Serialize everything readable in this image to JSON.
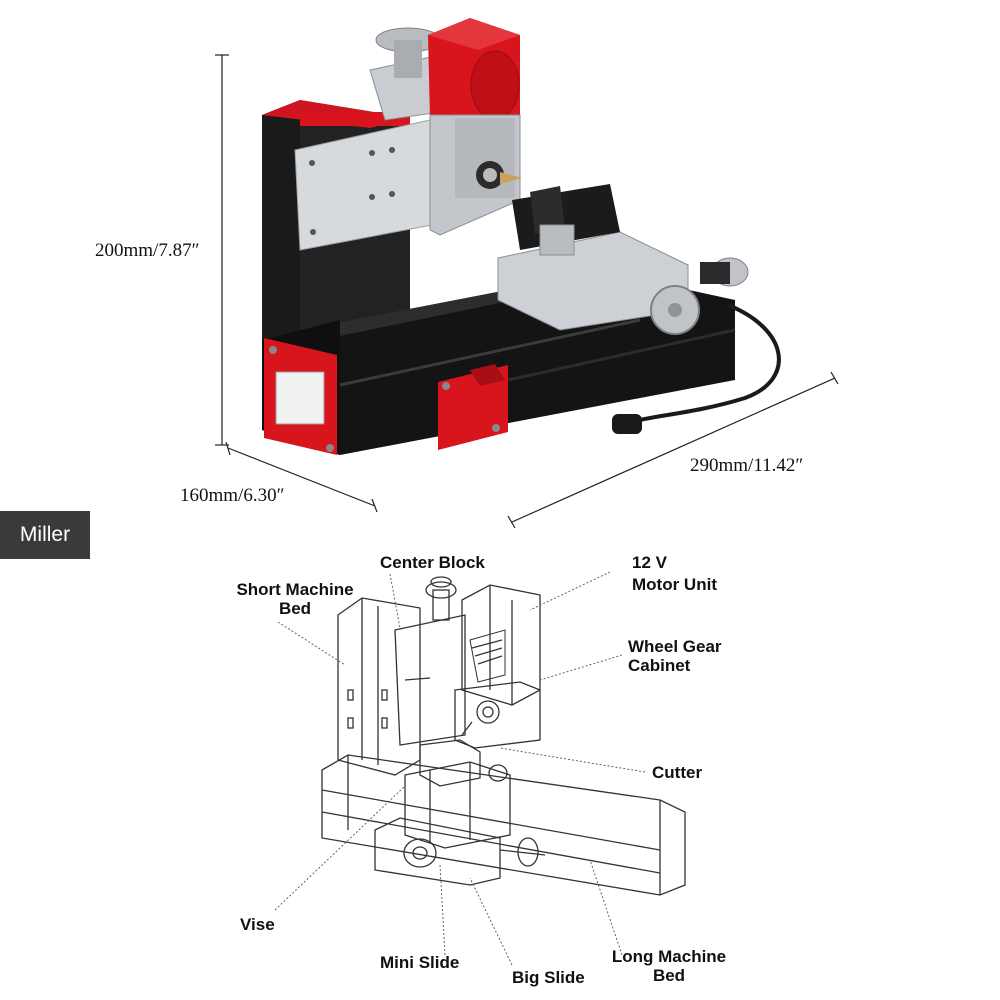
{
  "dimensions": {
    "height": "200mm/7.87″",
    "depth": "160mm/6.30″",
    "length": "290mm/11.42″"
  },
  "tag": {
    "label": "Miller"
  },
  "parts": {
    "center_block": "Center Block",
    "motor_voltage": "12 V",
    "motor_unit": "Motor Unit",
    "short_bed_line1": "Short Machine",
    "short_bed_line2": "Bed",
    "wheel_gear_line1": "Wheel Gear",
    "wheel_gear_line2": "Cabinet",
    "cutter": "Cutter",
    "vise": "Vise",
    "mini_slide": "Mini Slide",
    "big_slide": "Big Slide",
    "long_bed_line1": "Long Machine",
    "long_bed_line2": "Bed"
  },
  "colors": {
    "machine_red": "#d8141c",
    "machine_black": "#161616",
    "aluminium": "#c9cdd1",
    "tag_bg": "#3a3a3a"
  }
}
